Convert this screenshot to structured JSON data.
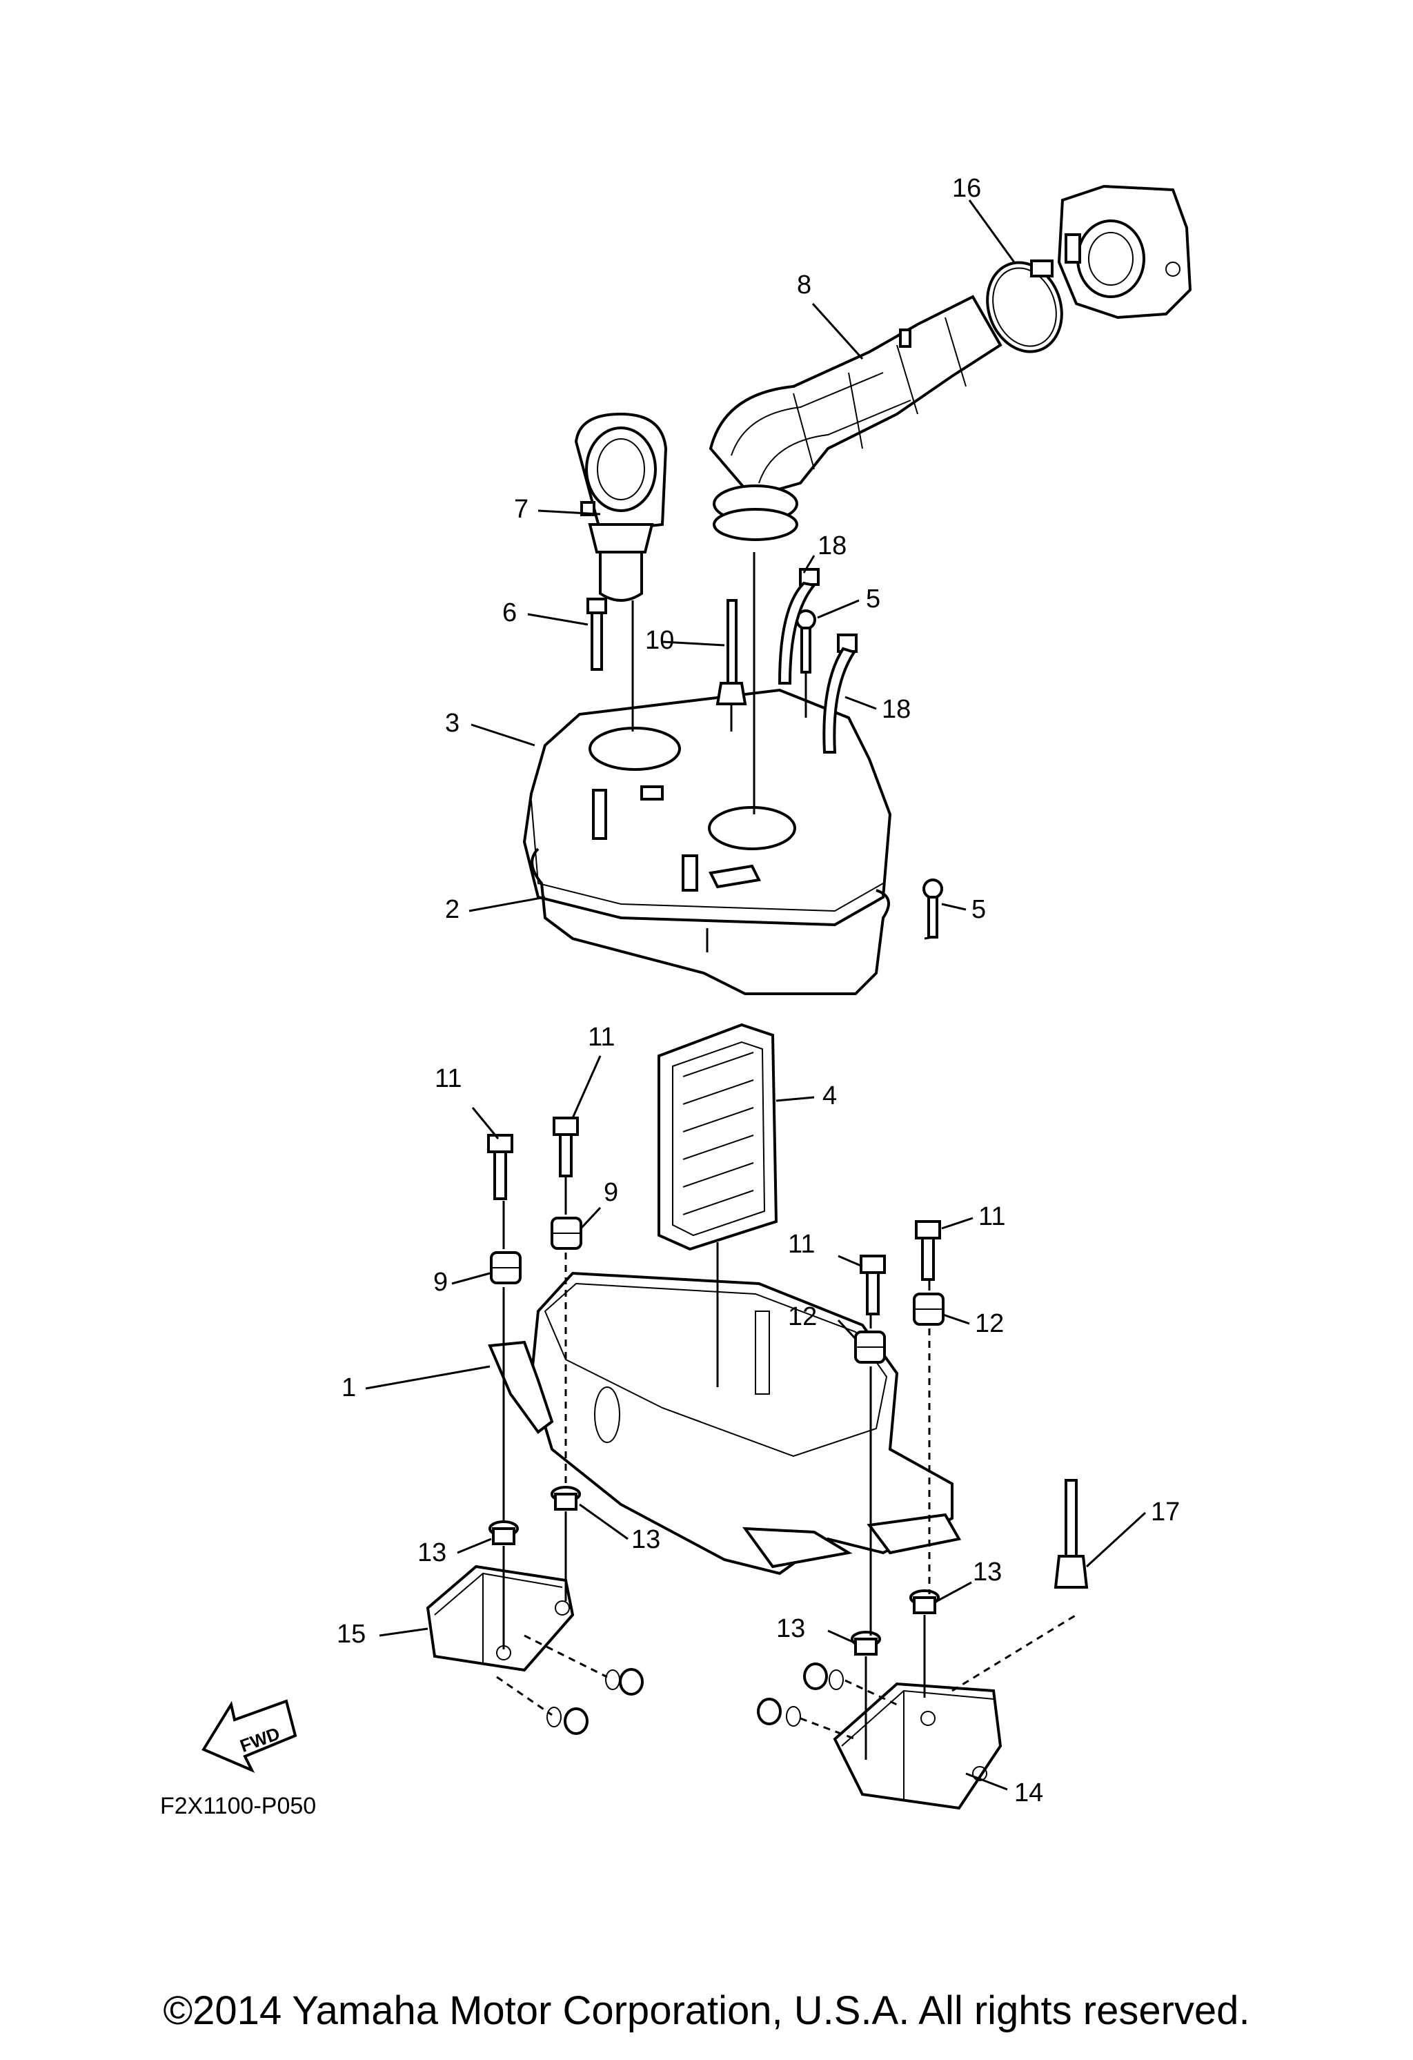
{
  "diagram": {
    "callouts": [
      "1",
      "2",
      "3",
      "4",
      "5",
      "5",
      "6",
      "7",
      "8",
      "9",
      "9",
      "10",
      "11",
      "11",
      "11",
      "11",
      "12",
      "12",
      "13",
      "13",
      "13",
      "13",
      "14",
      "15",
      "16",
      "17",
      "18",
      "18"
    ],
    "fwd_label": "FWD",
    "diagram_code": "F2X1100-P050",
    "copyright": "©2014 Yamaha Motor Corporation, U.S.A. All rights reserved."
  }
}
